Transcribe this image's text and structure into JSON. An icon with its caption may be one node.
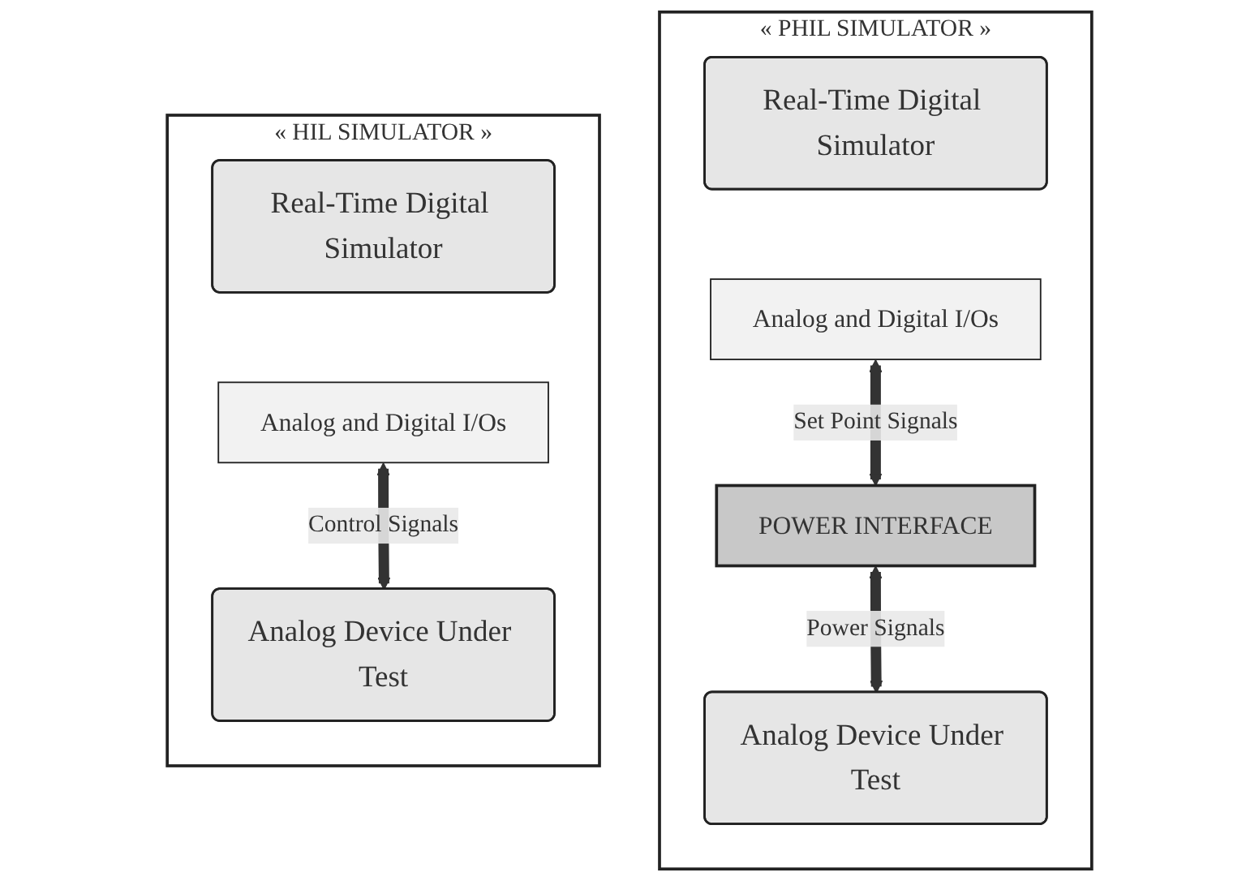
{
  "diagram": {
    "nodes": [
      {
        "text": [
          "« HIL SIMULATOR »"
        ]
      },
      {
        "text": [
          "Real-Time Digital Simulator"
        ],
        "in": 0
      },
      {
        "text": [
          "Analog and Digital I/Os"
        ],
        "in": 0
      },
      {
        "text": [
          "Analog Device Under Test"
        ],
        "in": 0
      },
      {
        "text": [
          "« PHIL SIMULATOR »"
        ]
      },
      {
        "text": [
          "Real-Time Digital Simulator"
        ],
        "in": 4
      },
      {
        "text": [
          "Analog and Digital I/Os"
        ],
        "in": 4
      },
      {
        "text": [
          "POWER INTERFACE"
        ],
        "in": 4
      },
      {
        "text": [
          "Analog Device Under Test"
        ],
        "in": 4
      }
    ],
    "edges": [
      {
        "from": 2,
        "to": 3,
        "arrow": "both",
        "label": "Control Signals"
      },
      {
        "from": 6,
        "to": 7,
        "arrow": "both",
        "label": "Set Point Signals"
      },
      {
        "from": 7,
        "to": 8,
        "arrow": "both",
        "label": "Power Signals"
      }
    ]
  }
}
